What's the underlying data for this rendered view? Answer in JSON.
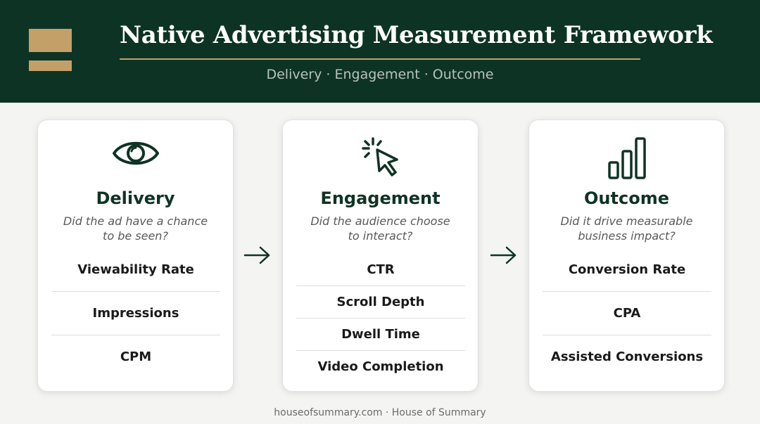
{
  "header": {
    "title": "Native Advertising Measurement Framework",
    "subtitle": "Delivery · Engagement · Outcome"
  },
  "colors": {
    "header_bg": "#0d3325",
    "accent_gold": "#c4a069",
    "icon_green": "#0f3325"
  },
  "cards": [
    {
      "icon": "eye-icon",
      "title": "Delivery",
      "question": "Did the ad have a chance to be seen?",
      "metrics": [
        "Viewability Rate",
        "Impressions",
        "CPM"
      ]
    },
    {
      "icon": "cursor-click-icon",
      "title": "Engagement",
      "question": "Did the audience choose to interact?",
      "metrics": [
        "CTR",
        "Scroll Depth",
        "Dwell Time",
        "Video Completion"
      ]
    },
    {
      "icon": "bar-chart-icon",
      "title": "Outcome",
      "question": "Did it drive measurable business impact?",
      "metrics": [
        "Conversion Rate",
        "CPA",
        "Assisted Conversions"
      ]
    }
  ],
  "footer": "houseofsummary.com · House of Summary"
}
